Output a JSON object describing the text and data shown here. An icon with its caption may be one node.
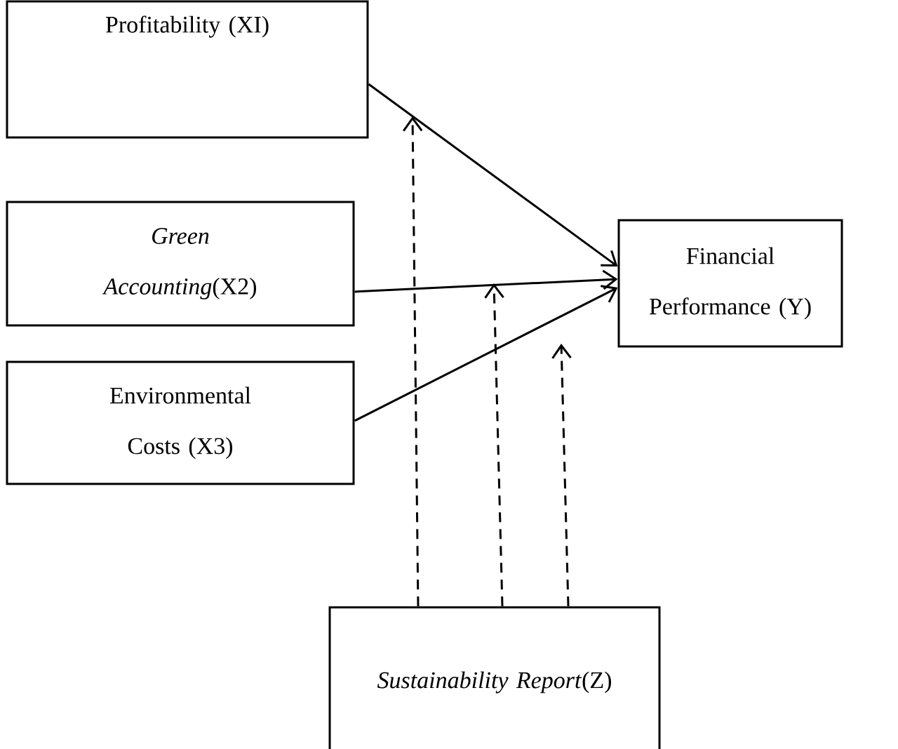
{
  "diagram": {
    "nodes": [
      {
        "text": [
          "Profitability (XI)"
        ]
      },
      {
        "text": [
          "*Green Accounting*(X2)"
        ]
      },
      {
        "text": [
          "Environmental Costs (X3)"
        ]
      },
      {
        "text": [
          "Financial Performance (Y)"
        ]
      },
      {
        "text": [
          "*Sustainability Report*(Z)"
        ]
      }
    ],
    "edges": [
      {
        "from": 0,
        "to": 3,
        "arrow": "to"
      },
      {
        "from": 1,
        "to": 3,
        "arrow": "to"
      },
      {
        "from": 2,
        "to": 3,
        "arrow": "to"
      },
      {
        "from": 4,
        "to": null,
        "arrow": "to",
        "style": "dashed"
      },
      {
        "from": 4,
        "to": null,
        "arrow": "to",
        "style": "dashed"
      },
      {
        "from": 4,
        "to": null,
        "arrow": "to",
        "style": "dashed"
      }
    ]
  }
}
